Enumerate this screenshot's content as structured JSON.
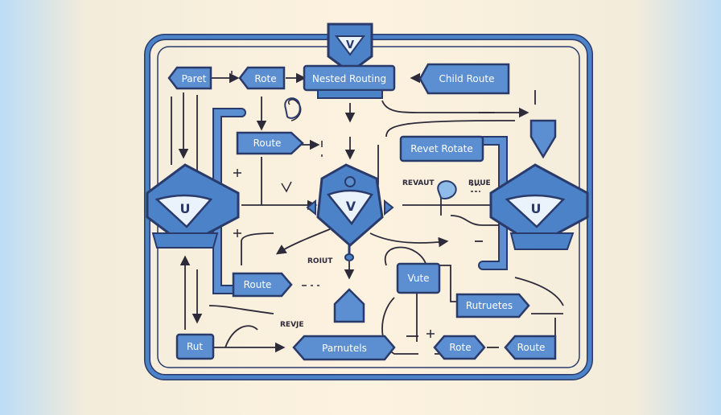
{
  "colors": {
    "node_fill": "#5b8fd1",
    "node_stroke": "#2a3b6b",
    "frame_blue": "#4c82c8",
    "background": "#fdf2df",
    "side_glow": "#bcdcf6",
    "arrow": "#2d2a3a",
    "label_text": "#ffffff",
    "accent_light": "#8fbbe8"
  },
  "diagram": {
    "nodes": {
      "paret": "Paret",
      "rote_top": "Rote",
      "nested_routing": "Nested Routing",
      "child_route": "Child Route",
      "route_upper": "Route",
      "revet_rotate": "Revet Rotate",
      "route_lower": "Route",
      "vute": "Vute",
      "rutruetes": "Rutruetes",
      "rut": "Rut",
      "parnutels": "Parnutels",
      "rote_bottom": "Rote",
      "route_bottom": "Route"
    },
    "hubs": {
      "left": "U",
      "right": "U",
      "top": "V",
      "center": "V"
    },
    "annotations": {
      "revaut": "REVAUT",
      "ruue": "RUUE",
      "roiut": "ROIUT",
      "revje": "REVJE"
    }
  }
}
